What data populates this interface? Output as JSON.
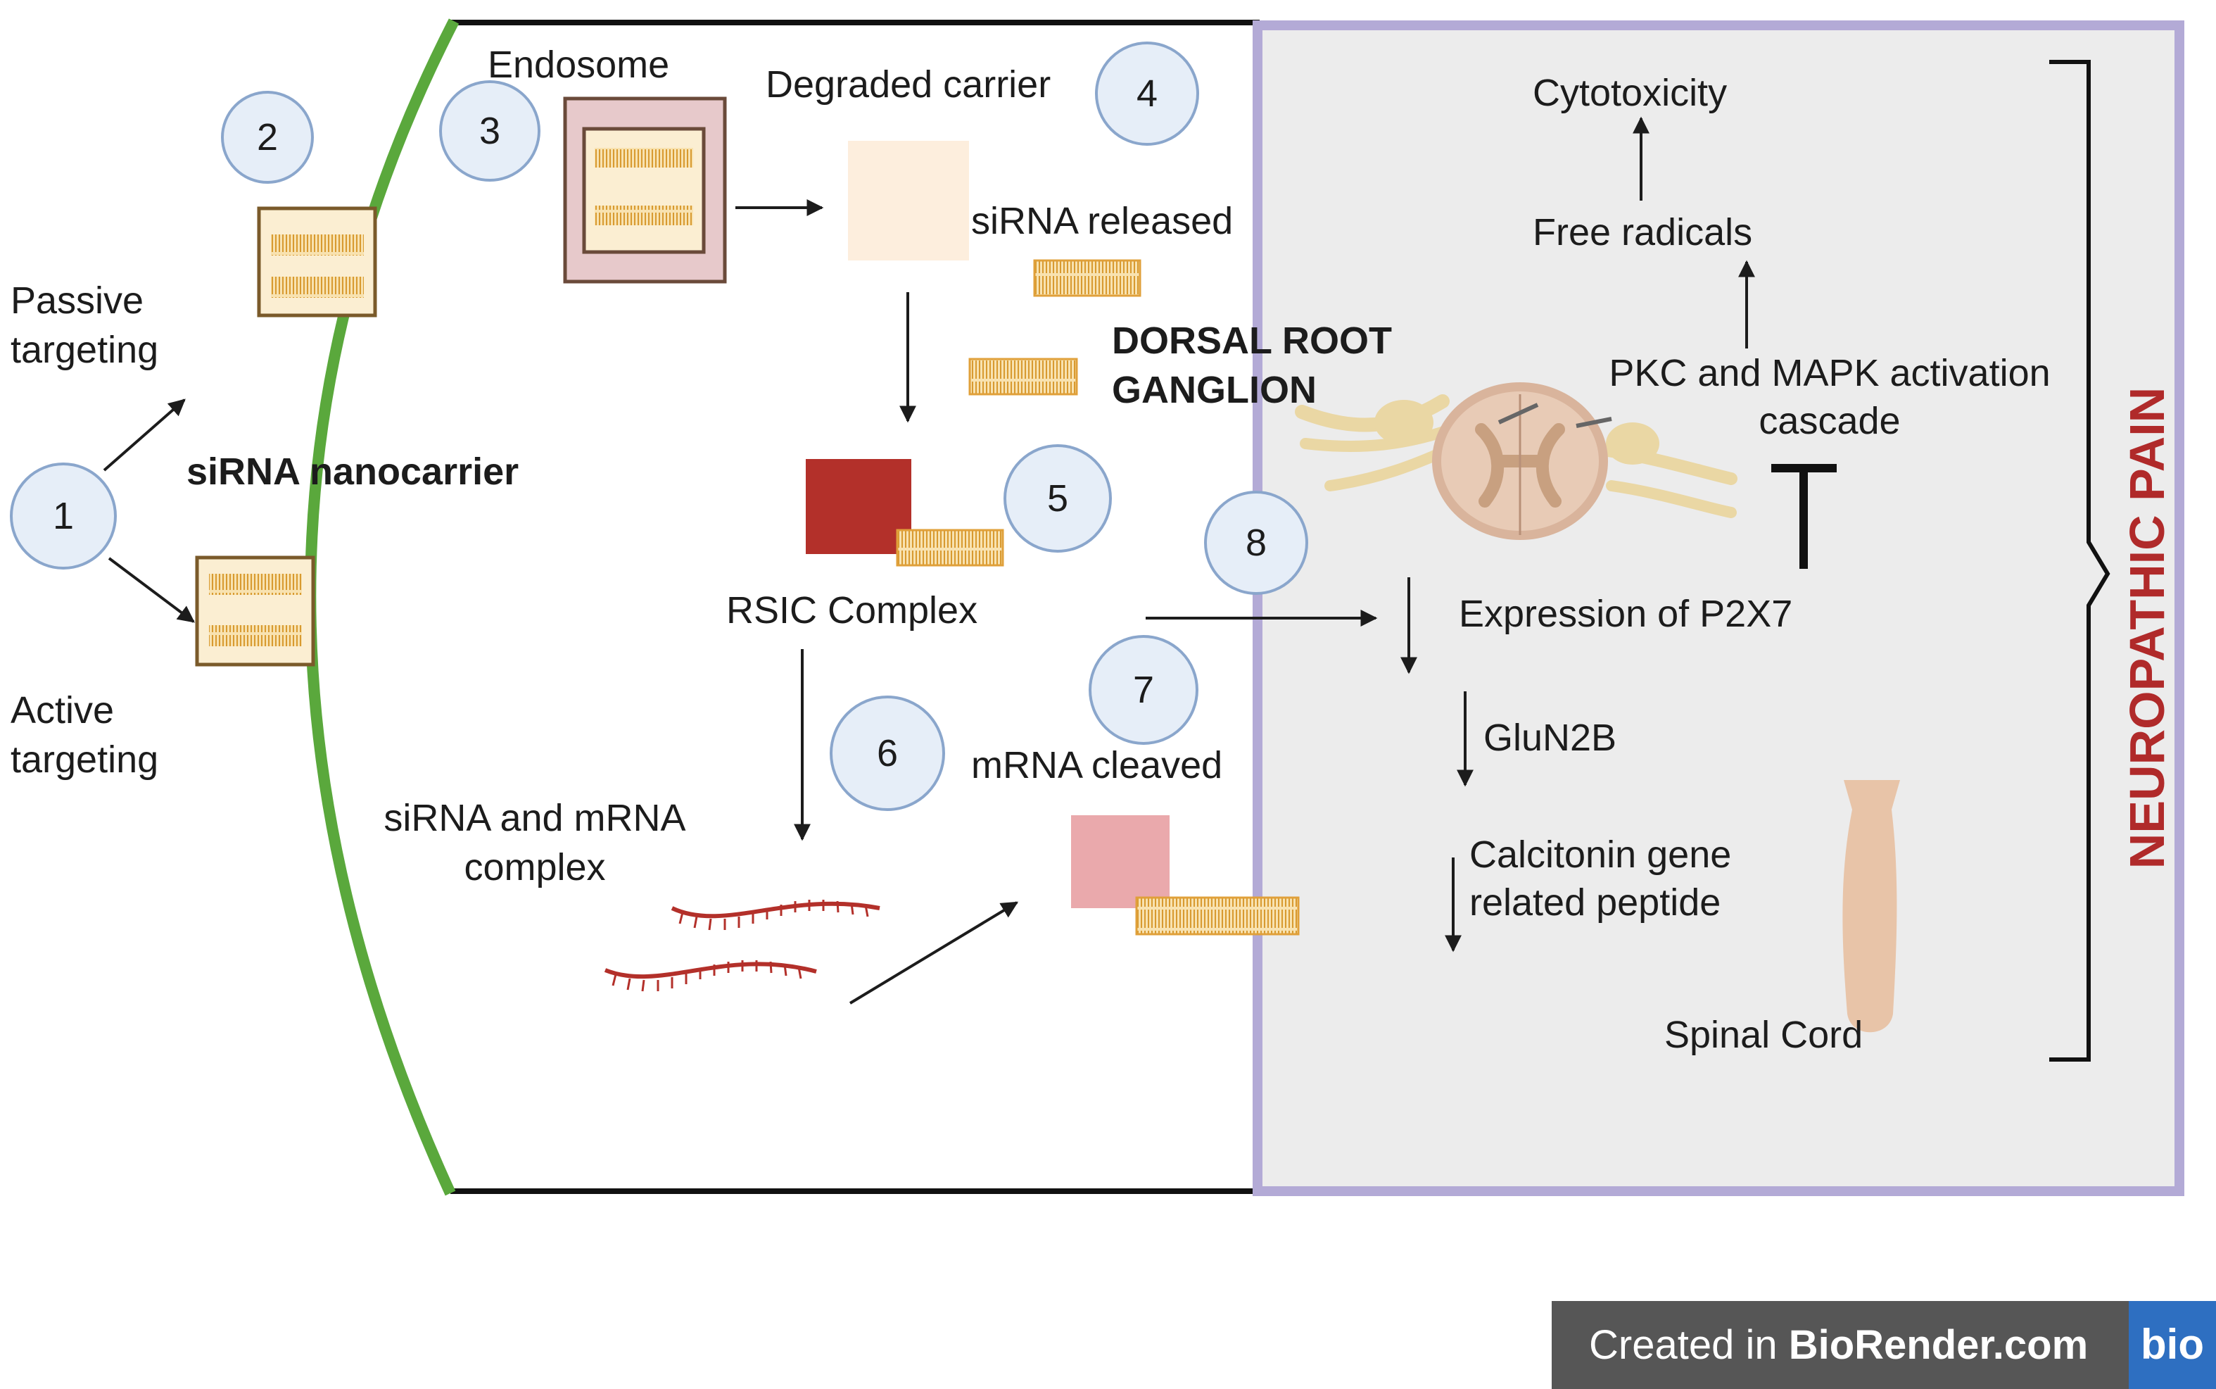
{
  "steps": [
    "1",
    "2",
    "3",
    "4",
    "5",
    "6",
    "7",
    "8"
  ],
  "labels": {
    "endosome": "Endosome",
    "degraded_carrier": "Degraded carrier",
    "passive_targeting": [
      "Passive",
      "targeting"
    ],
    "active_targeting": [
      "Active",
      "targeting"
    ],
    "sirna_nanocarrier": "siRNA nanocarrier",
    "sirna_released": "siRNA released",
    "dorsal_root_ganglion": [
      "DORSAL ROOT",
      "GANGLION"
    ],
    "rsic_complex": "RSIC Complex",
    "sirna_mrna_complex": [
      "siRNA and mRNA",
      "complex"
    ],
    "mrna_cleaved": "mRNA cleaved",
    "cytotoxicity": "Cytotoxicity",
    "free_radicals": "Free radicals",
    "pkc_mapk": [
      "PKC and MAPK activation",
      "cascade"
    ],
    "expression_p2x7": "Expression of P2X7",
    "glun2b": "GluN2B",
    "cgrp": [
      "Calcitonin gene",
      "related peptide"
    ],
    "spinal_cord": "Spinal Cord",
    "neuropathic_pain": "NEUROPATHIC PAIN"
  },
  "watermark": {
    "prefix": "Created in ",
    "brand": "BioRender.com",
    "logo": "bio"
  },
  "colors": {
    "membrane": "#5aa83c",
    "panel_border": "#b3aad6",
    "panel_fill": "#ececec",
    "circle_fill": "#e6eef8",
    "circle_stroke": "#8aa6cc",
    "rsic": "#b3302a",
    "mrna_cleaved": "#eaa9ac",
    "degraded": "#fdeedd",
    "sirna": "#e0a03a",
    "neuropathic_pain": "#b02a2a"
  }
}
